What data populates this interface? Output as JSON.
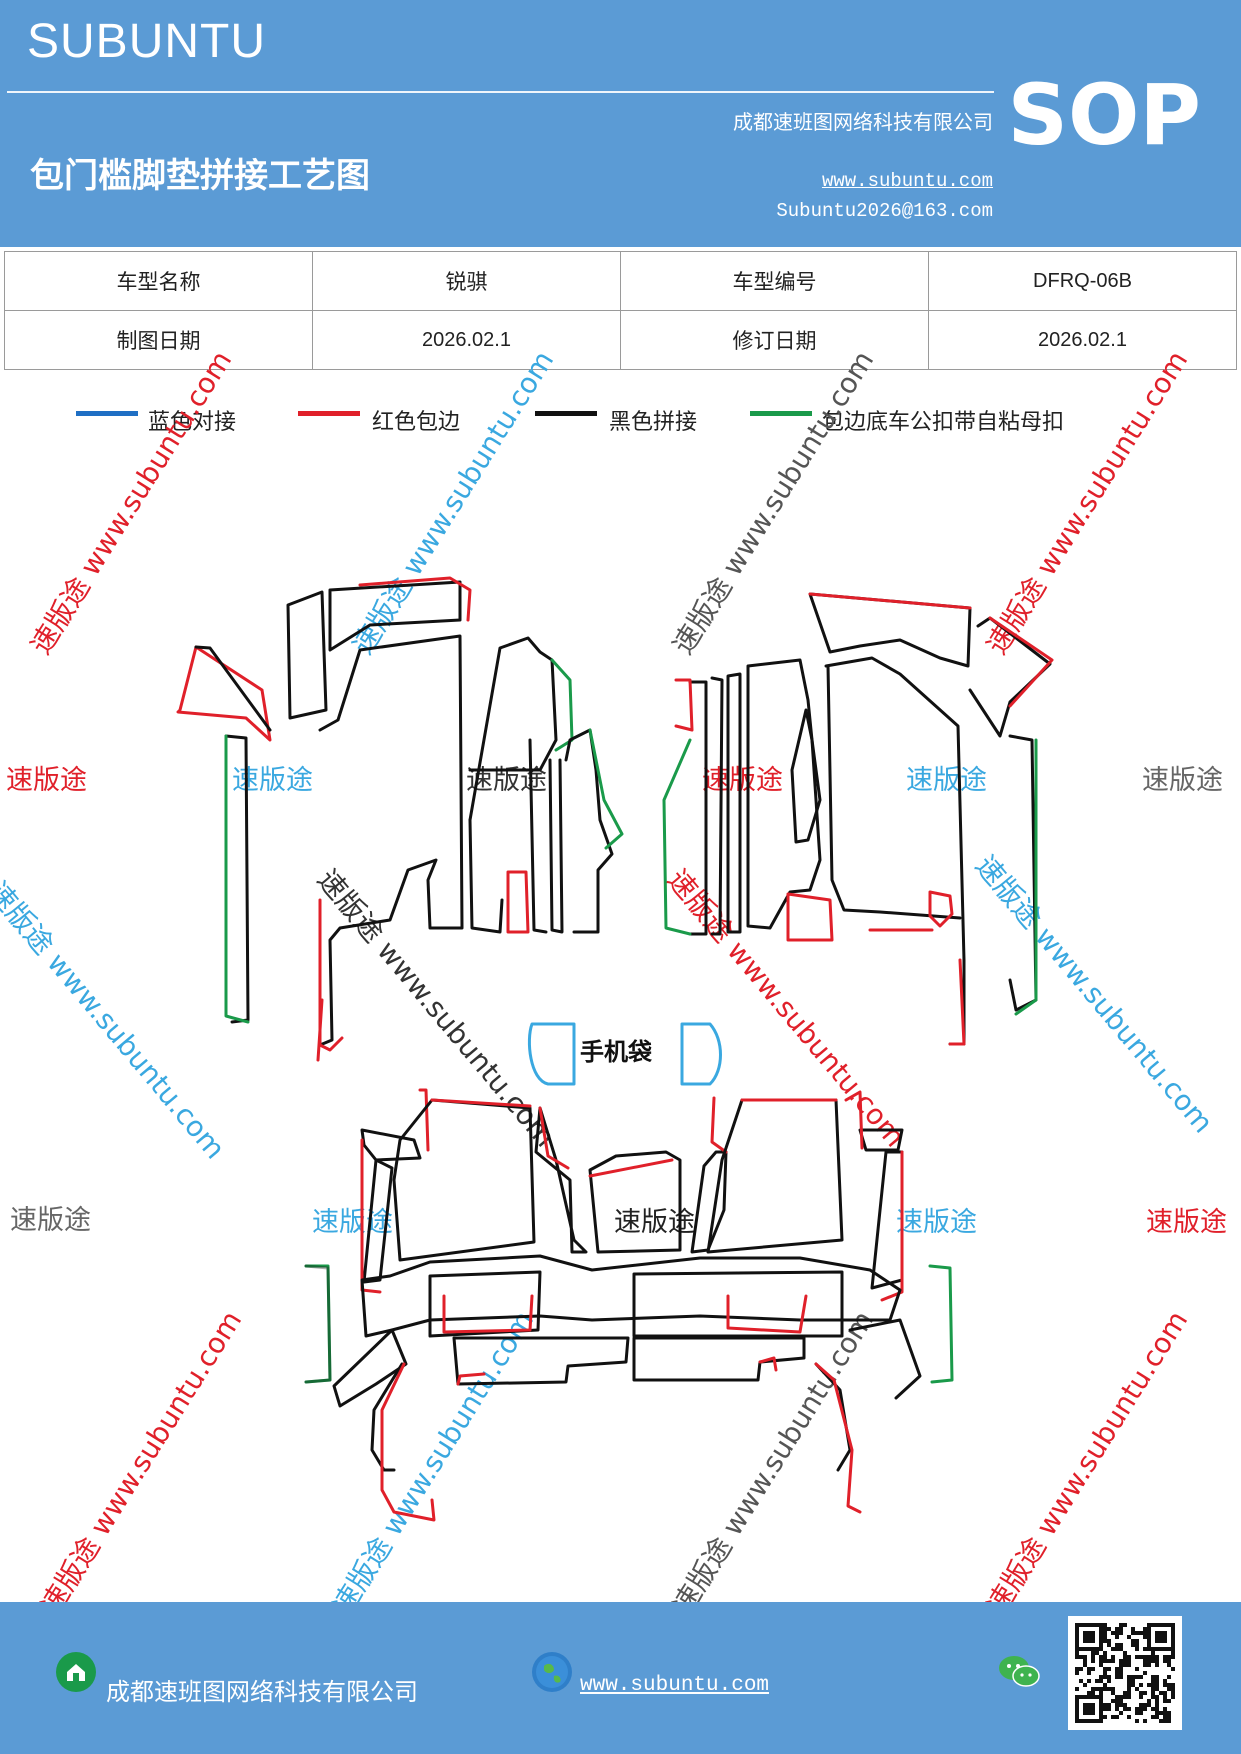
{
  "header": {
    "brand": "SUBUNTU",
    "company": "成都速班图网络科技有限公司",
    "title": "包门槛脚垫拼接工艺图",
    "url": "www.subuntu.com",
    "email": "Subuntu2026@163.com",
    "badge": "SOP"
  },
  "info_table": {
    "rows": [
      {
        "label1": "车型名称",
        "value1": "锐骐",
        "label2": "车型编号",
        "value2": "DFRQ-06B"
      },
      {
        "label1": "制图日期",
        "value1": "2026.02.1",
        "label2": "修订日期",
        "value2": "2026.02.1"
      }
    ]
  },
  "legend": [
    {
      "label": "蓝色对接",
      "color": "#1f6fc4"
    },
    {
      "label": "红色包边",
      "color": "#e0202a"
    },
    {
      "label": "黑色拼接",
      "color": "#111111"
    },
    {
      "label": "包边底车公扣带自粘母扣",
      "color": "#1a9a4a"
    }
  ],
  "diagram": {
    "phone_pocket_label": "手机袋",
    "watermark_text": "速版途",
    "watermark_url": "速版途 www.subuntu.com"
  },
  "footer": {
    "company": "成都速班图网络科技有限公司",
    "url": "www.subuntu.com ",
    "home_icon": "home-icon",
    "globe_icon": "globe-icon",
    "wechat_icon": "wechat-icon"
  }
}
